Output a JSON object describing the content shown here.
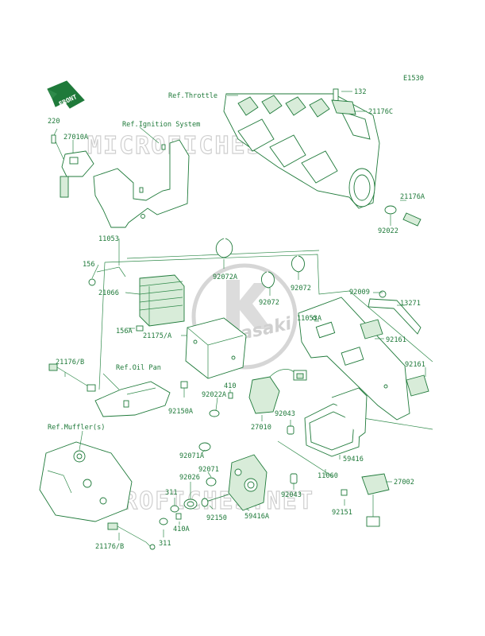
{
  "diagram_code": "E1530",
  "watermark": "MICROFICHES.NET",
  "logo": "Kawasaki",
  "front_arrow": "FRONT",
  "references": {
    "throttle": "Ref.Throttle",
    "ignition": "Ref.Ignition System",
    "oil_pan": "Ref.Oil Pan",
    "muffler": "Ref.Muffler(s)"
  },
  "part_numbers": {
    "p132": "132",
    "p21176C": "21176C",
    "p21176A": "21176A",
    "p92022": "92022",
    "p220": "220",
    "p27010A": "27010A",
    "p11053": "11053",
    "p156": "156",
    "p21066": "21066",
    "p156A": "156A",
    "p92072A": "92072A",
    "p92072_a": "92072",
    "p92072_b": "92072",
    "p92009": "92009",
    "p13271": "13271",
    "p11053A": "11053A",
    "p92161_a": "92161",
    "p92161_b": "92161",
    "p21175A": "21175/A",
    "p21176B_top": "21176/B",
    "p410": "410",
    "p92022A": "92022A",
    "p92150A": "92150A",
    "p92043_a": "92043",
    "p27010": "27010",
    "p59416": "59416",
    "p11060": "11060",
    "p92071A": "92071A",
    "p92071": "92071",
    "p92026": "92026",
    "p311_a": "311",
    "p92150": "92150",
    "p59416A": "59416A",
    "p92043_b": "92043",
    "p27002": "27002",
    "p92151": "92151",
    "p410A": "410A",
    "p311_b": "311",
    "p21176B_bottom": "21176/B"
  }
}
